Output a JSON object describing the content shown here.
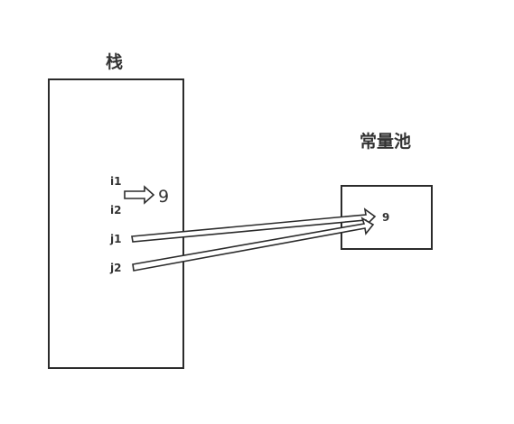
{
  "stack": {
    "title": "栈",
    "variables": [
      {
        "name": "i1"
      },
      {
        "name": "i2"
      },
      {
        "name": "j1"
      },
      {
        "name": "j2"
      }
    ],
    "local_value": "9"
  },
  "pool": {
    "title": "常量池",
    "value": "9"
  },
  "colors": {
    "stroke": "#2b2b2b",
    "text": "#333333",
    "background": "#ffffff"
  }
}
